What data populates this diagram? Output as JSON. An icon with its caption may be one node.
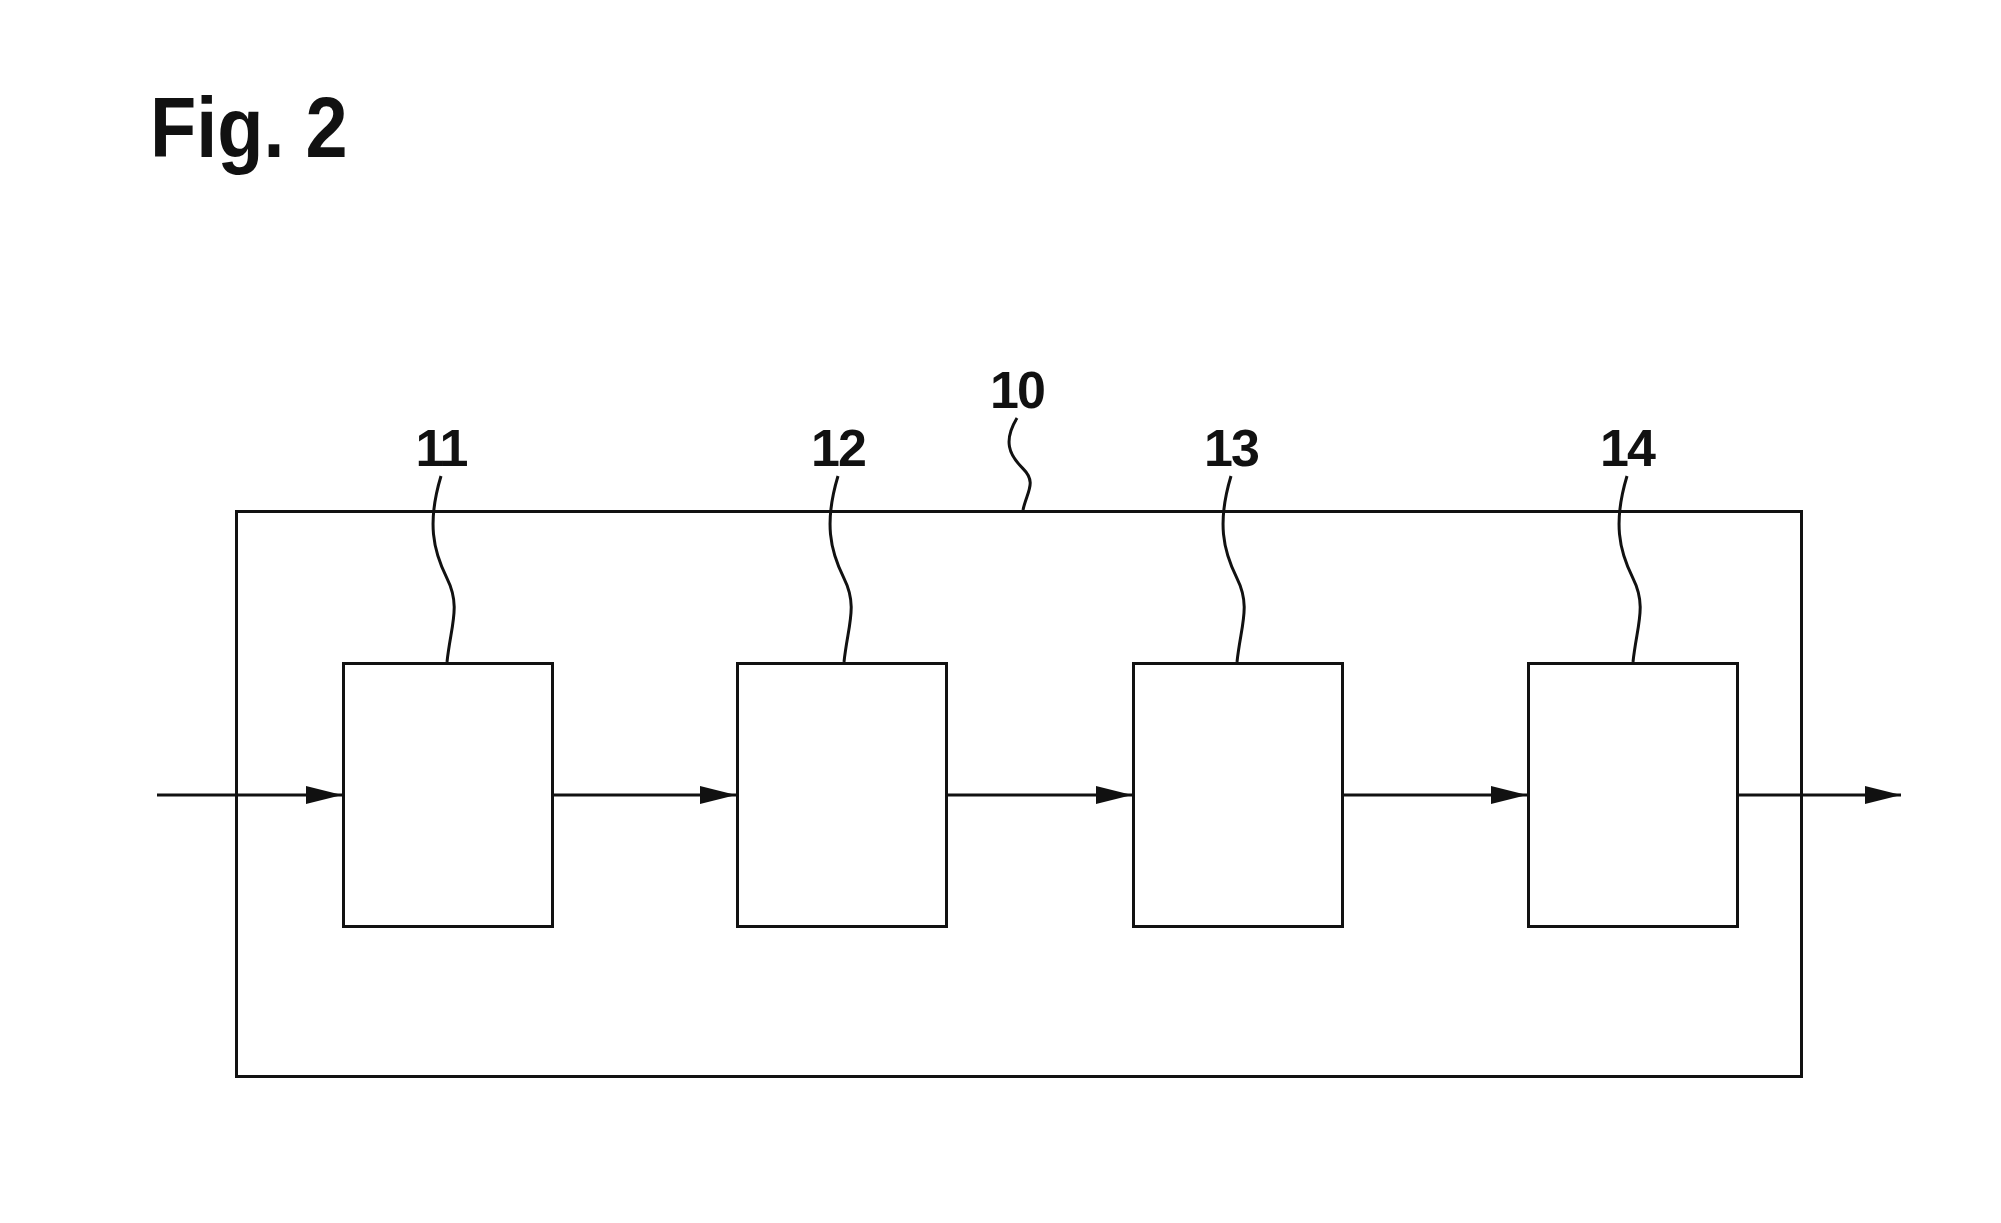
{
  "diagram": {
    "title": "Fig. 2",
    "nodes": [
      {
        "text": [],
        "shape": "box"
      },
      {
        "text": [
          "10"
        ]
      },
      {
        "text": [
          "11"
        ]
      },
      {
        "text": [],
        "shape": "box",
        "in": 0
      },
      {
        "text": [
          "12"
        ]
      },
      {
        "text": [],
        "shape": "box",
        "in": 0
      },
      {
        "text": [
          "13"
        ]
      },
      {
        "text": [],
        "shape": "box",
        "in": 0
      },
      {
        "text": [
          "14"
        ]
      },
      {
        "text": [],
        "shape": "box",
        "in": 0
      }
    ],
    "edges": [
      {
        "from": 1,
        "to": 0,
        "arrow": "none"
      },
      {
        "from": 2,
        "to": 3,
        "arrow": "none"
      },
      {
        "from": 4,
        "to": 5,
        "arrow": "none"
      },
      {
        "from": 6,
        "to": 7,
        "arrow": "none"
      },
      {
        "from": 8,
        "to": 9,
        "arrow": "none"
      },
      {
        "from": null,
        "to": 3,
        "arrow": "to"
      },
      {
        "from": 3,
        "to": 5,
        "arrow": "to"
      },
      {
        "from": 5,
        "to": 7,
        "arrow": "to"
      },
      {
        "from": 7,
        "to": 9,
        "arrow": "to"
      },
      {
        "from": 9,
        "to": null,
        "arrow": "to"
      }
    ]
  }
}
